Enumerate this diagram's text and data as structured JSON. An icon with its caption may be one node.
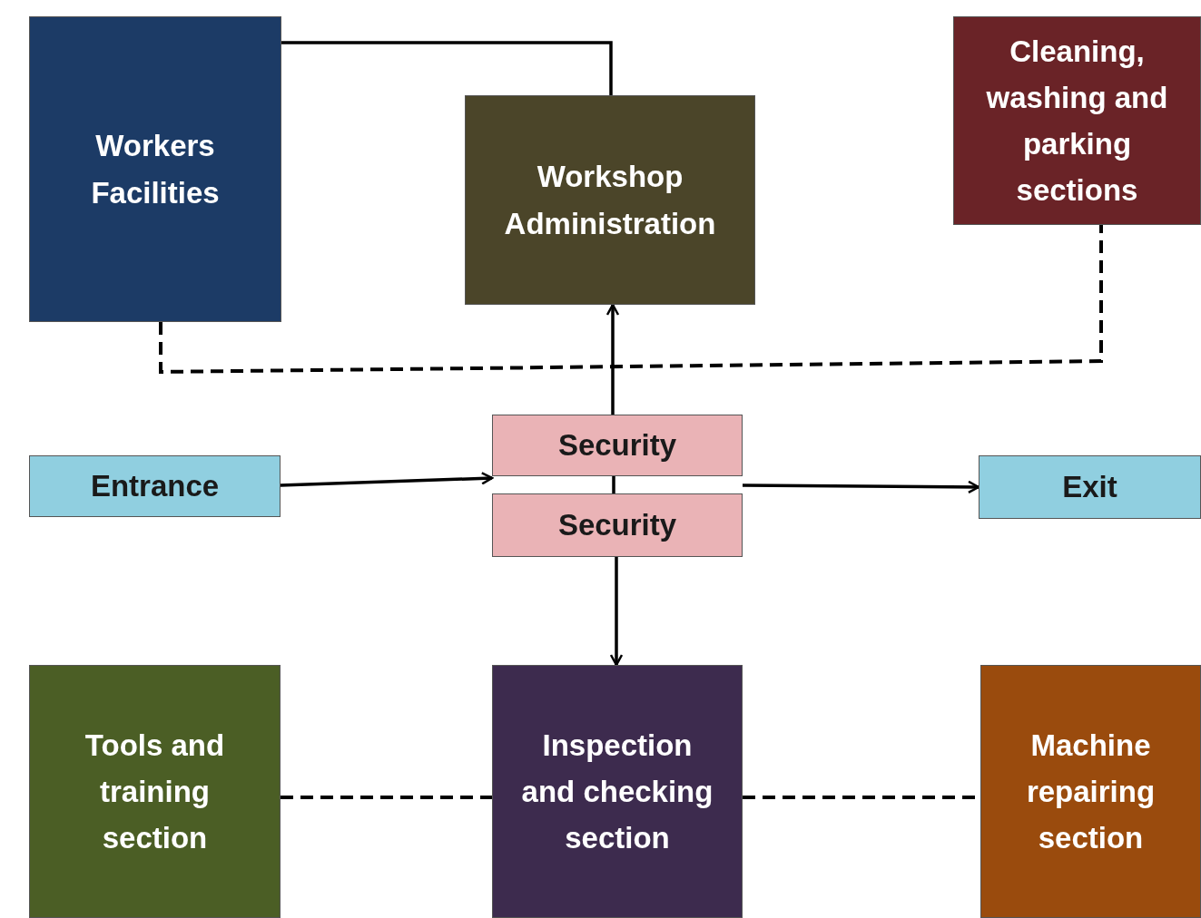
{
  "diagram": {
    "nodes": [
      {
        "text": [
          "Workers Facilities"
        ]
      },
      {
        "text": [
          "Workshop Administration"
        ]
      },
      {
        "text": [
          "Cleaning, washing and parking sections"
        ]
      },
      {
        "text": [
          "Entrance"
        ]
      },
      {
        "text": [
          "Security"
        ]
      },
      {
        "text": [
          "Security"
        ]
      },
      {
        "text": [
          "Exit"
        ]
      },
      {
        "text": [
          "Tools and training section"
        ]
      },
      {
        "text": [
          "Inspection and checking section"
        ]
      },
      {
        "text": [
          "Machine repairing section"
        ]
      }
    ],
    "edges": [
      {
        "from": 0,
        "to": 1,
        "arrow": "none"
      },
      {
        "from": 0,
        "to": 2,
        "arrow": "none",
        "style": "dashed"
      },
      {
        "from": 3,
        "to": 4,
        "arrow": "to"
      },
      {
        "from": 4,
        "to": 1,
        "arrow": "to"
      },
      {
        "from": 4,
        "to": 6,
        "arrow": "to"
      },
      {
        "from": 4,
        "to": 5,
        "arrow": "none"
      },
      {
        "from": 5,
        "to": 8,
        "arrow": "to"
      },
      {
        "from": 7,
        "to": 8,
        "arrow": "none",
        "style": "dashed"
      },
      {
        "from": 8,
        "to": 9,
        "arrow": "none",
        "style": "dashed"
      }
    ]
  }
}
